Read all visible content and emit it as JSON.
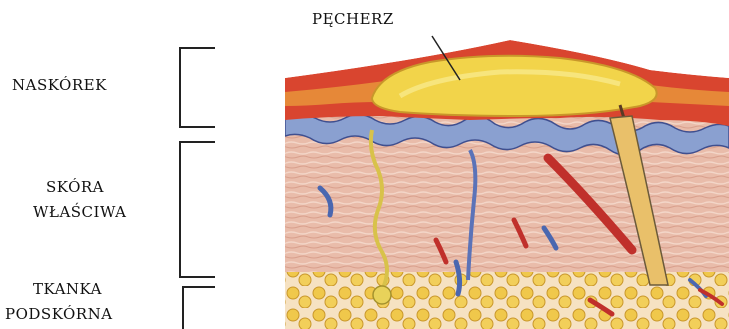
{
  "labels": {
    "blister": "PĘCHERZ",
    "epidermis": "NASKÓREK",
    "dermis_line1": "SKÓRA",
    "dermis_line2": "WŁAŚCIWA",
    "hypodermis_line1": "TKANKA",
    "hypodermis_line2": "PODSKÓRNA"
  },
  "colors": {
    "epidermis_red": "#d9452f",
    "blister_fluid": "#f2d44a",
    "basal_blue": "#5a6fb3",
    "dermis_pink": "#e8b9a8",
    "fat_yellow": "#f0c84b",
    "bracket": "#222222"
  }
}
